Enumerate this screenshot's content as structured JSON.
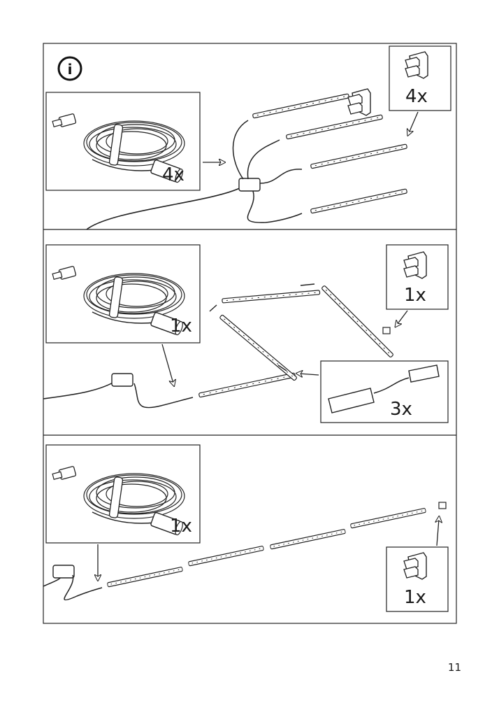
{
  "page_number": "11",
  "info_icon_glyph": "i",
  "panels": [
    {
      "cable_qty": "4x",
      "clip_qty": "4x"
    },
    {
      "cable_qty": "1x",
      "clip_qty": "1x",
      "connector_qty": "3x"
    },
    {
      "cable_qty": "1x",
      "clip_qty": "1x"
    }
  ]
}
